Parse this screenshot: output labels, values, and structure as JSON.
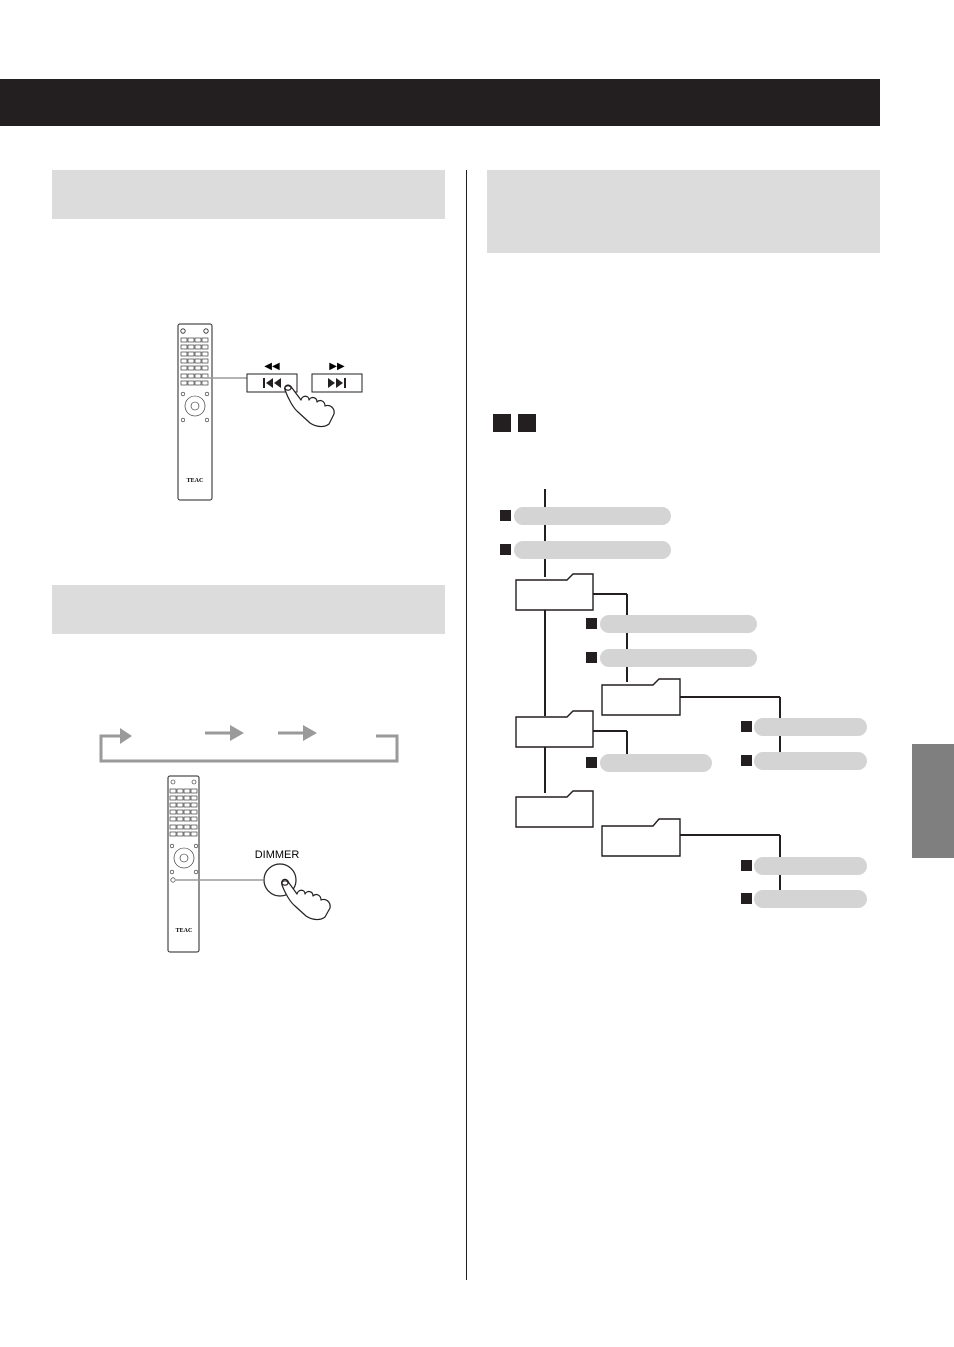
{
  "remote": {
    "brand": "TEAC"
  },
  "skip_buttons": {
    "rewind_symbol": "◀◀",
    "forward_symbol": "▶▶"
  },
  "dimmer": {
    "button_label": "DIMMER"
  },
  "colors": {
    "header_bar": "#231f20",
    "section_background": "#dcdcdc",
    "side_tab": "#7f7f7f",
    "pill": "#d4d4d4",
    "arrow": "#8a8a8a",
    "marker": "#231f20"
  },
  "tree": {
    "legend_markers": 2,
    "folders": 5,
    "root_files": 2,
    "files_in_first_folder": 2,
    "files_in_subfolder": 2,
    "files_in_second_folder": 1,
    "files_in_third_subfolder": 2
  }
}
